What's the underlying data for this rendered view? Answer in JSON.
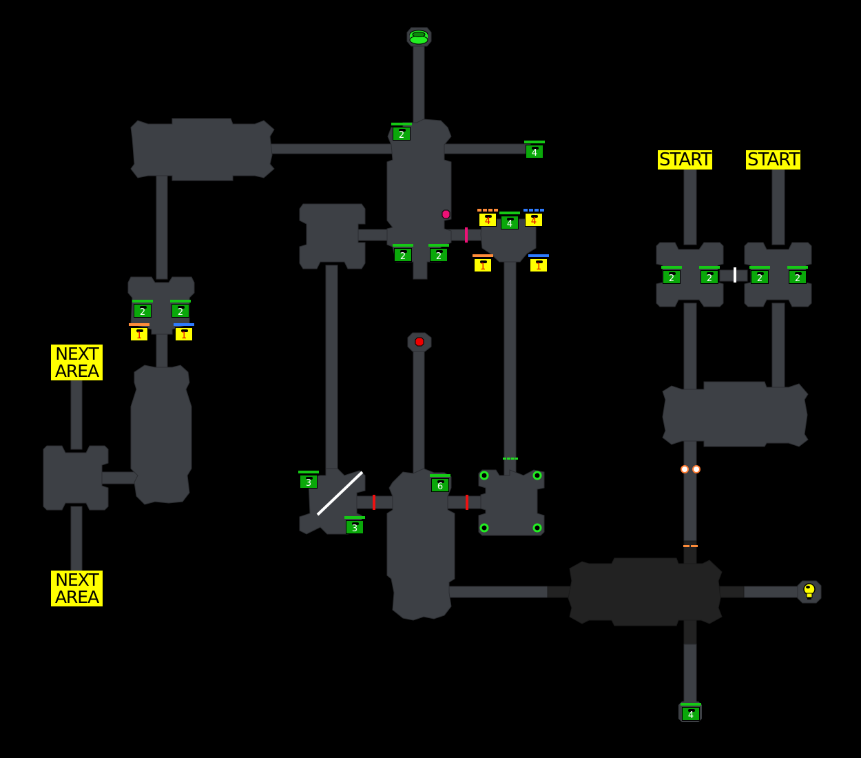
{
  "map": {
    "colors": {
      "background": "#000000",
      "room": "#3d4045",
      "room_dark": "#222222",
      "crate_green": "#0aa80a",
      "crate_yellow": "#ffff00",
      "crate_number_green": "#ffffff",
      "crate_number_yellow": "#e00000",
      "lid_green": "#15c915",
      "lid_orange": "#ff8c3a",
      "lid_blue": "#2e7bff",
      "door_red": "#ee1111",
      "door_pink": "#ee1177",
      "door_white": "#ffffff",
      "marker_red": "#ee0000",
      "marker_pink": "#ee1177",
      "portal_green": "#22ee22",
      "label_bg": "#ffff00"
    },
    "labels": {
      "start_1": "START",
      "start_2": "START",
      "next_area_top": "NEXT AREA",
      "next_area_bottom": "NEXT AREA"
    },
    "crates": [
      {
        "id": "crate-top-center",
        "color": "green",
        "lid": "green",
        "value": "2"
      },
      {
        "id": "crate-top-right",
        "color": "green",
        "lid": "green",
        "value": "4"
      },
      {
        "id": "crate-center-left",
        "color": "green",
        "lid": "green",
        "value": "2"
      },
      {
        "id": "crate-center-right",
        "color": "green",
        "lid": "green",
        "value": "2"
      },
      {
        "id": "crate-yellow-orange-4",
        "color": "yellow",
        "lid": "orange-dashed",
        "value": "4"
      },
      {
        "id": "crate-green-4-mid",
        "color": "green",
        "lid": "green",
        "value": "4"
      },
      {
        "id": "crate-yellow-blue-4",
        "color": "yellow",
        "lid": "blue-dashed",
        "value": "4"
      },
      {
        "id": "crate-yellow-orange-1-mid",
        "color": "yellow",
        "lid": "orange",
        "value": "1"
      },
      {
        "id": "crate-yellow-blue-1-mid",
        "color": "yellow",
        "lid": "blue",
        "value": "1"
      },
      {
        "id": "crate-left-green-a",
        "color": "green",
        "lid": "green",
        "value": "2"
      },
      {
        "id": "crate-left-green-b",
        "color": "green",
        "lid": "green",
        "value": "2"
      },
      {
        "id": "crate-left-yellow-orange",
        "color": "yellow",
        "lid": "orange",
        "value": "1"
      },
      {
        "id": "crate-left-yellow-blue",
        "color": "yellow",
        "lid": "blue",
        "value": "1"
      },
      {
        "id": "crate-start-1a",
        "color": "green",
        "lid": "green",
        "value": "2"
      },
      {
        "id": "crate-start-1b",
        "color": "green",
        "lid": "green",
        "value": "2"
      },
      {
        "id": "crate-start-2a",
        "color": "green",
        "lid": "green",
        "value": "2"
      },
      {
        "id": "crate-start-2b",
        "color": "green",
        "lid": "green",
        "value": "2"
      },
      {
        "id": "crate-diag-top",
        "color": "green",
        "lid": "green",
        "value": "3"
      },
      {
        "id": "crate-diag-bottom",
        "color": "green",
        "lid": "green",
        "value": "3"
      },
      {
        "id": "crate-center-six",
        "color": "green",
        "lid": "green",
        "value": "6"
      },
      {
        "id": "crate-bottom",
        "color": "green",
        "lid": "green",
        "value": "4"
      }
    ],
    "icons": {
      "portal": "green-portal-icon",
      "hint": "lightbulb-icon",
      "red_marker": "red-octagon-marker",
      "pink_marker": "pink-octagon-marker",
      "switches_green": "green-ring-switch",
      "switches_orange": "orange-ring-switch"
    }
  }
}
